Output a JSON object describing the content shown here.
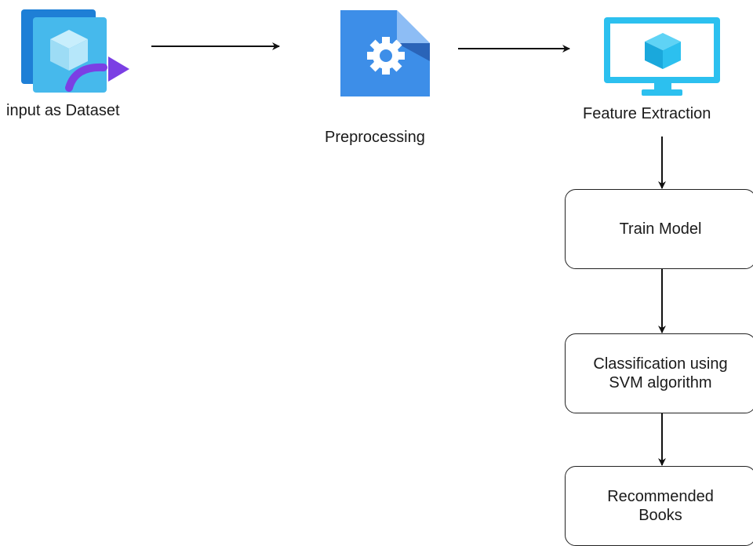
{
  "nodes": {
    "input": {
      "label": "input as Dataset",
      "icon": "dataset-import-icon"
    },
    "preprocessing": {
      "label": "Preprocessing",
      "icon": "document-gear-icon"
    },
    "feature_extraction": {
      "label": "Feature Extraction",
      "icon": "monitor-cube-icon"
    },
    "train_model": {
      "label": "Train Model"
    },
    "classification": {
      "label": "Classification using\nSVM algorithm"
    },
    "recommended": {
      "label": "Recommended\nBooks"
    }
  },
  "colors": {
    "dataset_dark": "#1e7fd6",
    "dataset_light": "#53c7f0",
    "dataset_arrow": "#7b3fe4",
    "doc_blue": "#3d8ee8",
    "doc_fold": "#2a64b8",
    "monitor": "#2cc0ef",
    "line": "#111111"
  }
}
